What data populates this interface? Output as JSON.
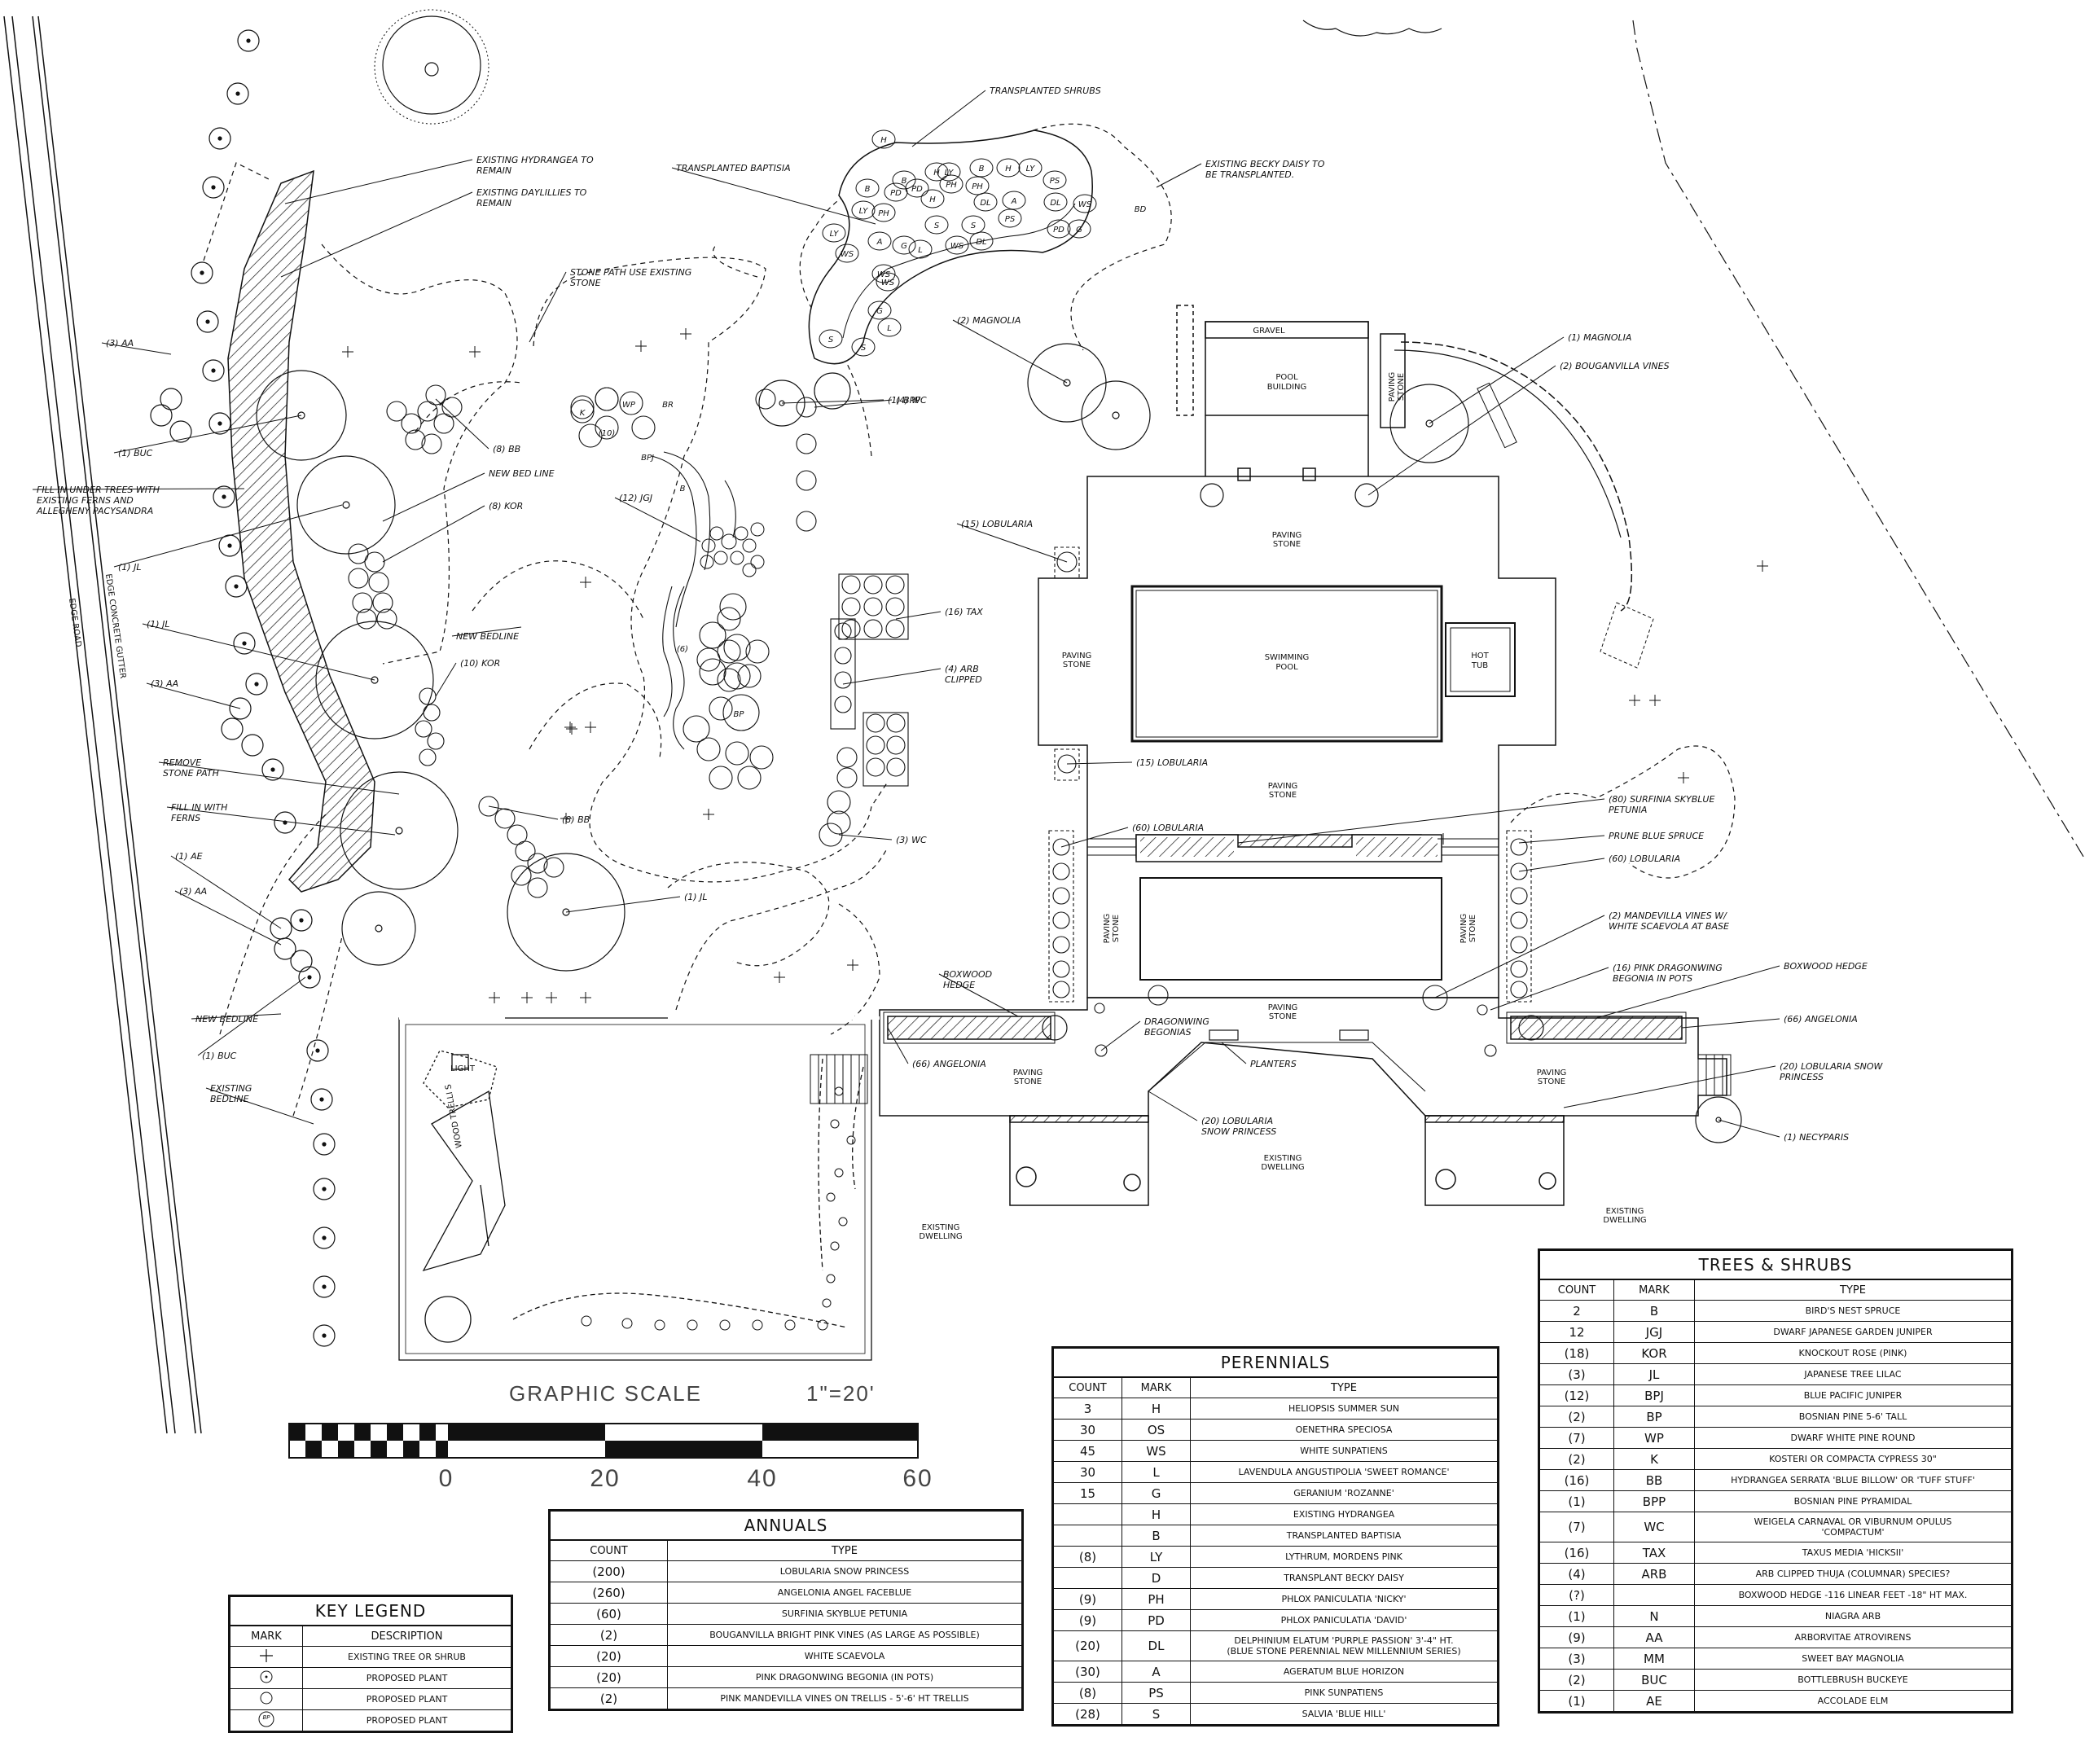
{
  "plan": {
    "labels": [
      {
        "id": "hydrangea",
        "lines": [
          "EXISTING HYDRANGEA TO",
          "REMAIN"
        ]
      },
      {
        "id": "daylilies",
        "lines": [
          "EXISTING DAYLILLIES TO",
          "REMAIN"
        ]
      },
      {
        "id": "stonepath",
        "lines": [
          "STONE PATH USE EXISTING",
          "STONE"
        ]
      },
      {
        "id": "aa1",
        "lines": [
          "(3) AA"
        ]
      },
      {
        "id": "buc1",
        "lines": [
          "(1) BUC"
        ]
      },
      {
        "id": "ferns",
        "lines": [
          "FILL IN UNDER TREES WITH",
          "EXISTING FERNS AND",
          "ALLEGHENY PACYSANDRA"
        ]
      },
      {
        "id": "jl1",
        "lines": [
          "(1) JL"
        ]
      },
      {
        "id": "jl2",
        "lines": [
          "(1) JL"
        ]
      },
      {
        "id": "aa2",
        "lines": [
          "(3) AA"
        ]
      },
      {
        "id": "removepath",
        "lines": [
          "REMOVE",
          "STONE PATH"
        ]
      },
      {
        "id": "fillferns",
        "lines": [
          "FILL IN WITH",
          "FERNS"
        ]
      },
      {
        "id": "ae",
        "lines": [
          "(1) AE"
        ]
      },
      {
        "id": "aa3",
        "lines": [
          "(3) AA"
        ]
      },
      {
        "id": "newbed1",
        "lines": [
          "NEW BEDLINE"
        ]
      },
      {
        "id": "buc2",
        "lines": [
          "(1) BUC"
        ]
      },
      {
        "id": "existbed",
        "lines": [
          "EXISTING",
          "BEDLINE"
        ]
      },
      {
        "id": "bb1",
        "lines": [
          "(8) BB"
        ]
      },
      {
        "id": "newbedline",
        "lines": [
          "NEW BED LINE"
        ]
      },
      {
        "id": "kor8",
        "lines": [
          "(8) KOR"
        ]
      },
      {
        "id": "newbed2",
        "lines": [
          "NEW BEDLINE"
        ]
      },
      {
        "id": "kor10",
        "lines": [
          "(10) KOR"
        ]
      },
      {
        "id": "bb2",
        "lines": [
          "(8) BB"
        ]
      },
      {
        "id": "jl3",
        "lines": [
          "(1) JL"
        ]
      },
      {
        "id": "transshrubs",
        "lines": [
          "TRANSPLANTED SHRUBS"
        ]
      },
      {
        "id": "transbap",
        "lines": [
          "TRANSPLANTED BAPTISIA"
        ]
      },
      {
        "id": "becky",
        "lines": [
          "EXISTING BECKY DAISY TO",
          "BE TRANSPLANTED."
        ]
      },
      {
        "id": "bpp",
        "lines": [
          "(1) BPP"
        ]
      },
      {
        "id": "wc4",
        "lines": [
          "(4) WC"
        ]
      },
      {
        "id": "jgj",
        "lines": [
          "(12) JGJ"
        ]
      },
      {
        "id": "mag2",
        "lines": [
          "(2) MAGNOLIA"
        ]
      },
      {
        "id": "lob15a",
        "lines": [
          "(15) LOBULARIA"
        ]
      },
      {
        "id": "tax",
        "lines": [
          "(16) TAX"
        ]
      },
      {
        "id": "arb",
        "lines": [
          "(4) ARB",
          "CLIPPED"
        ]
      },
      {
        "id": "lob15b",
        "lines": [
          "(15) LOBULARIA"
        ]
      },
      {
        "id": "lob60a",
        "lines": [
          "(60) LOBULARIA"
        ]
      },
      {
        "id": "wc3",
        "lines": [
          "(3) WC"
        ]
      },
      {
        "id": "mag1",
        "lines": [
          "(1) MAGNOLIA"
        ]
      },
      {
        "id": "bougvines",
        "lines": [
          "(2) BOUGANVILLA VINES"
        ]
      },
      {
        "id": "surfinia",
        "lines": [
          "(80) SURFINIA SKYBLUE",
          "PETUNIA"
        ]
      },
      {
        "id": "prune",
        "lines": [
          "PRUNE BLUE SPRUCE"
        ]
      },
      {
        "id": "lob60b",
        "lines": [
          "(60) LOBULARIA"
        ]
      },
      {
        "id": "mandevilla",
        "lines": [
          "(2) MANDEVILLA VINES W/",
          "WHITE SCAEVOLA AT BASE"
        ]
      },
      {
        "id": "dragon16",
        "lines": [
          "(16) PINK DRAGONWING",
          "BEGONIA IN POTS"
        ]
      },
      {
        "id": "boxhedge2",
        "lines": [
          "BOXWOOD HEDGE"
        ]
      },
      {
        "id": "ang66b",
        "lines": [
          "(66) ANGELONIA"
        ]
      },
      {
        "id": "lobsnow20b",
        "lines": [
          "(20) LOBULARIA SNOW",
          "PRINCESS"
        ]
      },
      {
        "id": "necy",
        "lines": [
          "(1) NECYPARIS"
        ]
      },
      {
        "id": "boxhedge1",
        "lines": [
          "BOXWOOD",
          "HEDGE"
        ]
      },
      {
        "id": "ang66a",
        "lines": [
          "(66) ANGELONIA"
        ]
      },
      {
        "id": "dragonbeg",
        "lines": [
          "DRAGONWING",
          "BEGONIAS"
        ]
      },
      {
        "id": "planters",
        "lines": [
          "PLANTERS"
        ]
      },
      {
        "id": "lobsnow20a",
        "lines": [
          "(20) LOBULARIA",
          "SNOW PRINCESS"
        ]
      }
    ],
    "areas": {
      "gravel": "GRAVEL",
      "pool_building": [
        "POOL",
        "BUILDING"
      ],
      "paving_side": [
        "PAVING",
        "STONE"
      ],
      "paving": "PAVING",
      "stone": "STONE",
      "swimming_pool": [
        "SWIMMING",
        "POOL"
      ],
      "hot_tub": [
        "HOT",
        "TUB"
      ],
      "existing_dwelling": [
        "EXISTING",
        "DWELLING"
      ],
      "light": "LIGHT",
      "wood_trellis": "WOOD TRELLI S",
      "edge_road": "EDGE ROAD",
      "edge_gutter": "EDGE CONCRETE GUTTER"
    },
    "bed_marks": [
      "H",
      "B",
      "H",
      "LY",
      "B",
      "H",
      "LY",
      "PS",
      "LY",
      "B",
      "PD",
      "PH",
      "PD",
      "PH",
      "H",
      "PH",
      "DL",
      "A",
      "DL",
      "WS",
      "LY",
      "A",
      "G",
      "S",
      "S",
      "PS",
      "PD",
      "G",
      "WS",
      "L",
      "WS",
      "DL",
      "S",
      "WS",
      "G",
      "L",
      "S",
      "WS"
    ],
    "small_marks": {
      "k": "K",
      "wp": "WP",
      "br": "BR",
      "n10": "(10)",
      "bpj": "BPJ",
      "b": "B",
      "n6": "(6)",
      "bp": "BP",
      "bd": "BD"
    }
  },
  "scale": {
    "title": "GRAPHIC SCALE",
    "ratio": "1\"=20'",
    "ticks": [
      "0",
      "20",
      "40",
      "60"
    ]
  },
  "legend": {
    "title": "KEY LEGEND",
    "headers": [
      "MARK",
      "DESCRIPTION"
    ],
    "rows": [
      {
        "mark": "+",
        "mark_icon": "plus-icon",
        "desc": "EXISTING TREE OR SHRUB"
      },
      {
        "mark": "",
        "mark_icon": "dot-circle-icon",
        "desc": "PROPOSED PLANT"
      },
      {
        "mark": "",
        "mark_icon": "small-circle-icon",
        "desc": "PROPOSED PLANT"
      },
      {
        "mark": "BP",
        "mark_icon": "labeled-circle-icon",
        "desc": "PROPOSED PLANT"
      }
    ]
  },
  "annuals": {
    "title": "ANNUALS",
    "headers": [
      "COUNT",
      "TYPE"
    ],
    "rows": [
      [
        "(200)",
        "LOBULARIA SNOW PRINCESS"
      ],
      [
        "(260)",
        "ANGELONIA ANGEL FACEBLUE"
      ],
      [
        "(60)",
        "SURFINIA SKYBLUE PETUNIA"
      ],
      [
        "(2)",
        "BOUGANVILLA BRIGHT PINK VINES (AS LARGE AS POSSIBLE)"
      ],
      [
        "(20)",
        "WHITE SCAEVOLA"
      ],
      [
        "(20)",
        "PINK DRAGONWING BEGONIA (IN POTS)"
      ],
      [
        "(2)",
        "PINK MANDEVILLA VINES ON TRELLIS - 5'-6' HT TRELLIS"
      ]
    ]
  },
  "perennials": {
    "title": "PERENNIALS",
    "headers": [
      "COUNT",
      "MARK",
      "TYPE"
    ],
    "rows": [
      [
        "3",
        "H",
        "HELIOPSIS SUMMER SUN"
      ],
      [
        "30",
        "OS",
        "OENETHRA SPECIOSA"
      ],
      [
        "45",
        "WS",
        "WHITE SUNPATIENS"
      ],
      [
        "30",
        "L",
        "LAVENDULA ANGUSTIPOLIA 'SWEET ROMANCE'"
      ],
      [
        "15",
        "G",
        "GERANIUM 'ROZANNE'"
      ],
      [
        "",
        "H",
        "EXISTING HYDRANGEA"
      ],
      [
        "",
        "B",
        "TRANSPLANTED BAPTISIA"
      ],
      [
        "(8)",
        "LY",
        "LYTHRUM, MORDENS PINK"
      ],
      [
        "",
        "D",
        "TRANSPLANT BECKY DAISY"
      ],
      [
        "(9)",
        "PH",
        "PHLOX PANICULATIA 'NICKY'"
      ],
      [
        "(9)",
        "PD",
        "PHLOX PANICULATIA 'DAVID'"
      ],
      [
        "(20)",
        "DL",
        "DELPHINIUM ELATUM 'PURPLE PASSION' 3'-4\" HT.|(BLUE STONE PERENNIAL NEW MILLENNIUM SERIES)"
      ],
      [
        "(30)",
        "A",
        "AGERATUM BLUE HORIZON"
      ],
      [
        "(8)",
        "PS",
        "PINK SUNPATIENS"
      ],
      [
        "(28)",
        "S",
        "SALVIA 'BLUE HILL'"
      ]
    ]
  },
  "trees": {
    "title": "TREES & SHRUBS",
    "headers": [
      "COUNT",
      "MARK",
      "TYPE"
    ],
    "rows": [
      [
        "2",
        "B",
        "BIRD'S NEST SPRUCE"
      ],
      [
        "12",
        "JGJ",
        "DWARF JAPANESE GARDEN JUNIPER"
      ],
      [
        "(18)",
        "KOR",
        "KNOCKOUT ROSE (PINK)"
      ],
      [
        "(3)",
        "JL",
        "JAPANESE TREE LILAC"
      ],
      [
        "(12)",
        "BPJ",
        "BLUE PACIFIC JUNIPER"
      ],
      [
        "(2)",
        "BP",
        "BOSNIAN PINE 5-6' TALL"
      ],
      [
        "(7)",
        "WP",
        "DWARF WHITE PINE  ROUND"
      ],
      [
        "(2)",
        "K",
        "KOSTERI OR COMPACTA CYPRESS  30\""
      ],
      [
        "(16)",
        "BB",
        "HYDRANGEA SERRATA 'BLUE BILLOW' OR 'TUFF STUFF'"
      ],
      [
        "(1)",
        "BPP",
        "BOSNIAN PINE PYRAMIDAL"
      ],
      [
        "(7)",
        "WC",
        "WEIGELA CARNAVAL OR VIBURNUM OPULUS|'COMPACTUM'"
      ],
      [
        "(16)",
        "TAX",
        "TAXUS MEDIA 'HICKSII'"
      ],
      [
        "(4)",
        "ARB",
        "ARB CLIPPED   THUJA (COLUMNAR)  SPECIES?"
      ],
      [
        "(?)",
        "",
        "BOXWOOD HEDGE  -116 LINEAR FEET -18\" HT MAX."
      ],
      [
        "(1)",
        "N",
        "NIAGRA ARB"
      ],
      [
        "(9)",
        "AA",
        "ARBORVITAE ATROVIRENS"
      ],
      [
        "(3)",
        "MM",
        "SWEET BAY MAGNOLIA"
      ],
      [
        "(2)",
        "BUC",
        "BOTTLEBRUSH BUCKEYE"
      ],
      [
        "(1)",
        "AE",
        "ACCOLADE ELM"
      ]
    ]
  }
}
